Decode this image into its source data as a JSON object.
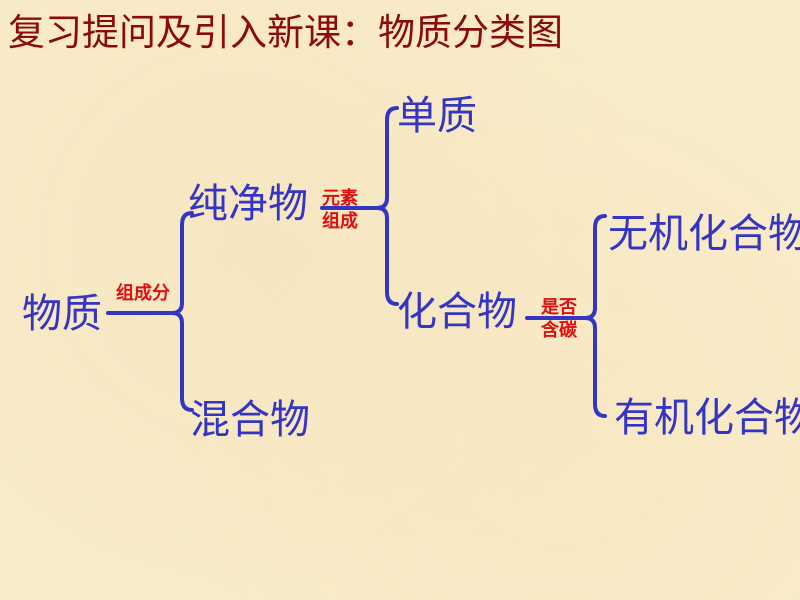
{
  "title": "复习提问及引入新课：物质分类图",
  "nodes": {
    "matter": "物质",
    "pure": "纯净物",
    "mixture": "混合物",
    "element": "单质",
    "compound": "化合物",
    "inorganic": "无机化合物",
    "organic": "有机化合物"
  },
  "labels": {
    "by_composition": "组成分",
    "element_line1": "元素",
    "element_line2": "组成",
    "carbon_line1": "是否",
    "carbon_line2": "含碳"
  },
  "colors": {
    "title": "#8b0a0a",
    "node": "#3535c4",
    "label": "#e01010",
    "background": "#f9ecc9"
  }
}
